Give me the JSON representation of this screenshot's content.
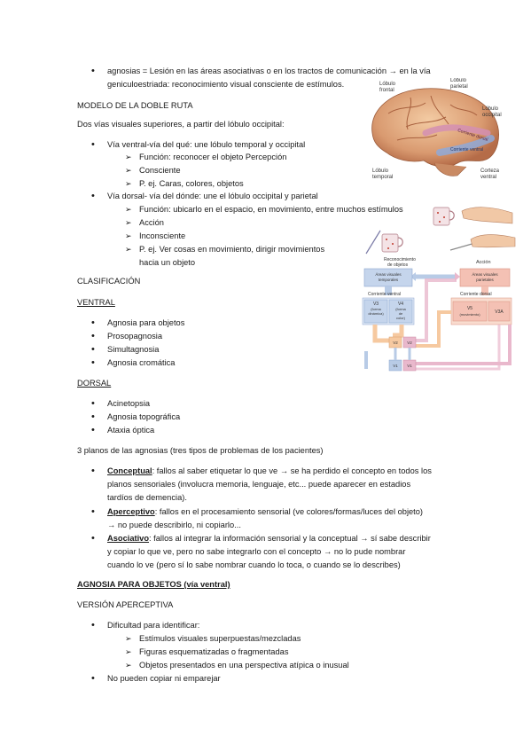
{
  "intro": {
    "agnosias_line1": "agnosias = Lesión en las áreas asociativas o en los tractos de comunicación → en la vía",
    "agnosias_line2": "geniculoestriada: reconocimiento visual consciente de estímulos."
  },
  "doble_ruta": {
    "heading": "MODELO DE LA DOBLE RUTA",
    "subtitle": "Dos vías visuales superiores, a partir del lóbulo occipital:",
    "ventral_title": "Vía ventral-vía del qué: une lóbulo temporal y occipital",
    "ventral_items": [
      "Función: reconocer el objeto Percepción",
      "Consciente",
      "P. ej. Caras, colores, objetos"
    ],
    "dorsal_title": "Vía dorsal- vía del dónde: une el lóbulo occipital y parietal",
    "dorsal_items": [
      "Función: ubicarlo en el espacio, en movimiento, entre muchos estímulos",
      "Acción",
      "Inconsciente"
    ],
    "dorsal_example_line1": "P. ej. Ver cosas en movimiento, dirigir movimientos",
    "dorsal_example_line2": "hacia un objeto"
  },
  "clasificacion": {
    "heading": "CLASIFICACIÓN",
    "ventral_label": "VENTRAL",
    "ventral_items": [
      "Agnosia para objetos",
      "Prosopagnosia",
      "Simultagnosia",
      "Agnosia cromática"
    ],
    "dorsal_label": "DORSAL",
    "dorsal_items": [
      "Acinetopsia",
      "Agnosia topográfica",
      "Ataxia óptica"
    ]
  },
  "planos": {
    "heading": "3 planos de las agnosias (tres tipos de problemas de los pacientes)",
    "conceptual_term": "Conceptual",
    "conceptual_l1": ": fallos al saber etiquetar lo que ve → se ha perdido el concepto en todos los",
    "conceptual_l2": "planos sensoriales (involucra memoria, lenguaje, etc... puede aparecer en estadios",
    "conceptual_l3": "tardíos de demencia).",
    "aperceptivo_term": "Aperceptivo",
    "aperceptivo_l1": ": fallos en el procesamiento sensorial (ve colores/formas/luces del objeto)",
    "aperceptivo_l2": "→ no puede describirlo, ni copiarlo...",
    "asociativo_term": "Asociativo",
    "asociativo_l1": ": fallos al integrar la información sensorial y la conceptual → sí sabe describir",
    "asociativo_l2": "y copiar lo que ve, pero no sabe integrarlo con el concepto → no lo pude nombrar",
    "asociativo_l3": "cuando lo ve (pero sí lo sabe nombrar cuando lo toca, o cuando se lo describes)"
  },
  "agnosia_objetos": {
    "heading": "AGNOSIA PARA OBJETOS (vía ventral)",
    "version": "VERSIÓN APERCEPTIVA",
    "dificultad": "Dificultad para identificar:",
    "dificultad_items": [
      "Estímulos visuales superpuestas/mezcladas",
      "Figuras esquematizadas o fragmentadas",
      "Objetos presentados en una perspectiva atípica o inusual"
    ],
    "no_copiar": "No pueden copiar ni emparejar"
  },
  "brain_figure": {
    "lobulo_frontal": [
      "Lóbulo",
      "frontal"
    ],
    "lobulo_parietal": [
      "Lóbulo",
      "parietal"
    ],
    "lobulo_occipital": [
      "Lóbulo",
      "occipital"
    ],
    "lobulo_temporal": [
      "Lóbulo",
      "temporal"
    ],
    "corteza_ventral": [
      "Corteza",
      "ventral"
    ],
    "corriente_dorsal": "Corriente dorsal",
    "corriente_ventral": "Corriente ventral"
  },
  "diagram": {
    "reconocimiento": [
      "Reconocimiento",
      "de objetos"
    ],
    "accion": "Acción",
    "areas_temporales": [
      "Áreas visuales",
      "temporales"
    ],
    "areas_parietales": [
      "Áreas visuales",
      "parietales"
    ],
    "corriente_ventral": "Corriente ventral",
    "corriente_dorsal": "Corriente dorsal",
    "v3": [
      "V3",
      "(forma",
      "dinámica)"
    ],
    "v4": [
      "V4",
      "(forma",
      "de",
      "color)"
    ],
    "v5": "V5",
    "v5_sub": "(movimiento)",
    "v3a": "V3A",
    "v2": "V2",
    "v1": "V1",
    "colors": {
      "ventral": "#f6c9a0",
      "dorsal": "#e9b8cc",
      "blue": "#b8cbe6",
      "ventral_box": "#c5d5ec",
      "dorsal_box": "#f4c1b4"
    }
  }
}
